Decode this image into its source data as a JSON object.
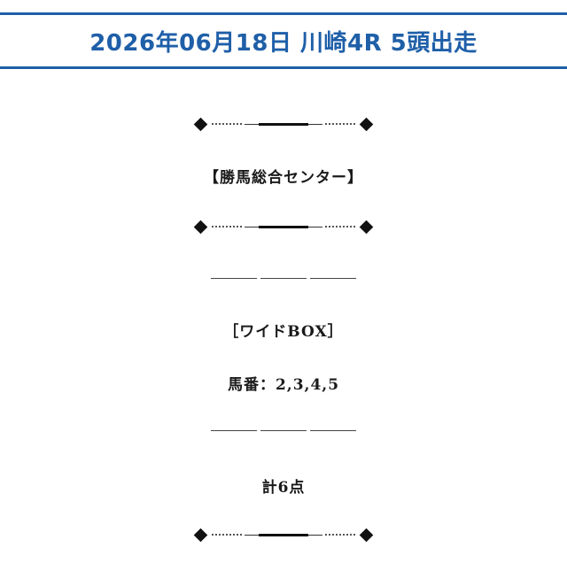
{
  "header": {
    "title": "2026年06月18日 川崎4R 5頭出走"
  },
  "body": {
    "center_title": "【勝馬総合センター】",
    "bet_type": "［ワイドBOX］",
    "horse_numbers": "馬番：2,3,4,5",
    "total": "計6点"
  },
  "colors": {
    "accent": "#1f5fa8"
  }
}
